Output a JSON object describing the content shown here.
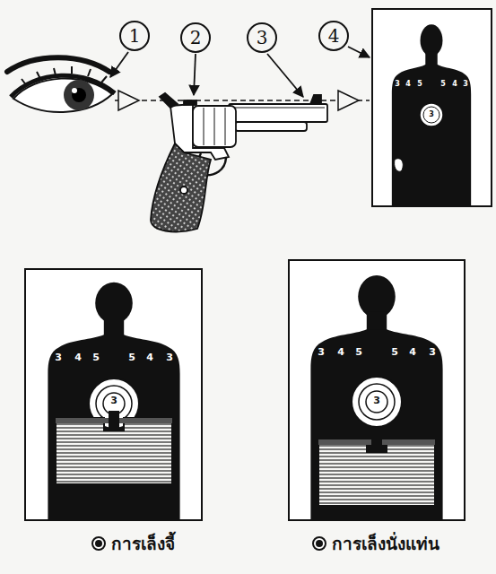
{
  "diagram": {
    "nodes": [
      {
        "text": [
          "1"
        ]
      },
      {
        "text": [
          "2"
        ]
      },
      {
        "text": [
          "3"
        ]
      },
      {
        "text": [
          "4"
        ]
      }
    ],
    "labels": [
      "3",
      "4",
      "5",
      "5",
      "4",
      "3",
      "3",
      "3",
      "4",
      "5",
      "5",
      "4",
      "3",
      "3",
      "3",
      "4",
      "5",
      "5",
      "4",
      "3",
      "3",
      "การเล็งจี้",
      "การเล็งนั่งแท่น"
    ]
  }
}
